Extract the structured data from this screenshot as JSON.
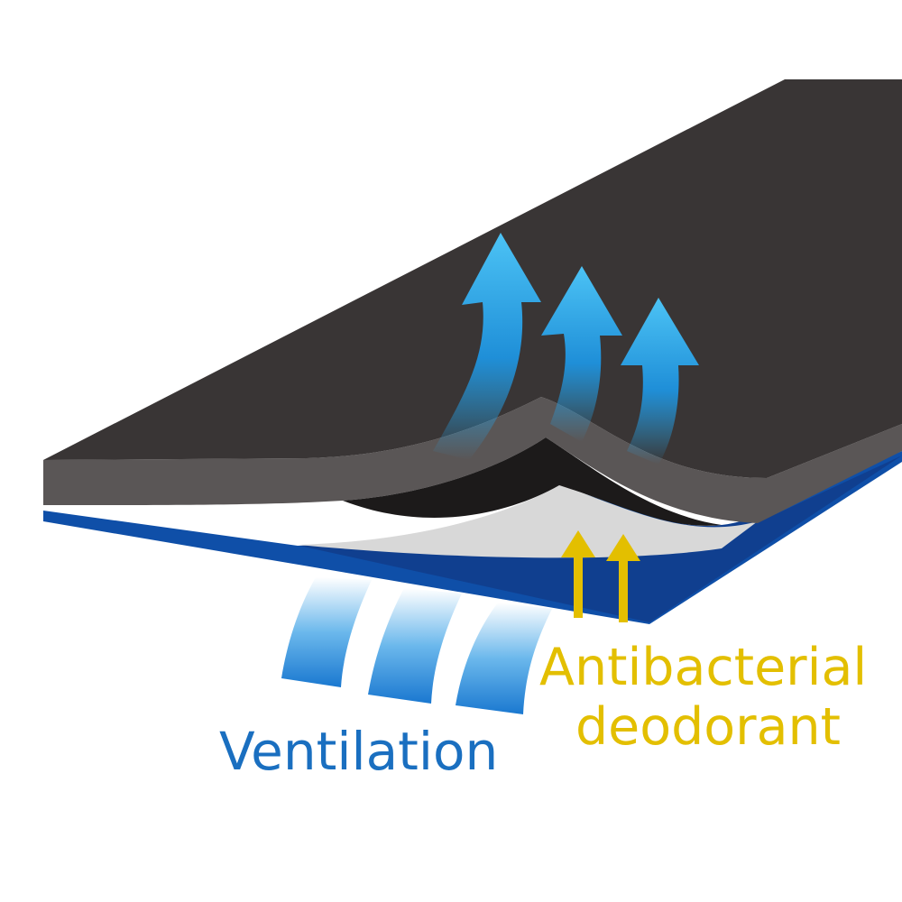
{
  "labels": {
    "ventilation": "Ventilation",
    "antibacterial_line1": "Antibacterial",
    "antibacterial_line2": "deodorant"
  },
  "colors": {
    "ventilation_text": "#1a6fc0",
    "antibacterial_text": "#e3bf00",
    "top_layer": "#393535",
    "top_layer_edge": "#5a5656",
    "blue_layer": "#0f4fa8",
    "air_arrow": "#2aa8e8"
  },
  "icons": [
    "air-flow-arrow-icon",
    "antibacterial-arrow-icon",
    "ventilation-stream-icon"
  ]
}
